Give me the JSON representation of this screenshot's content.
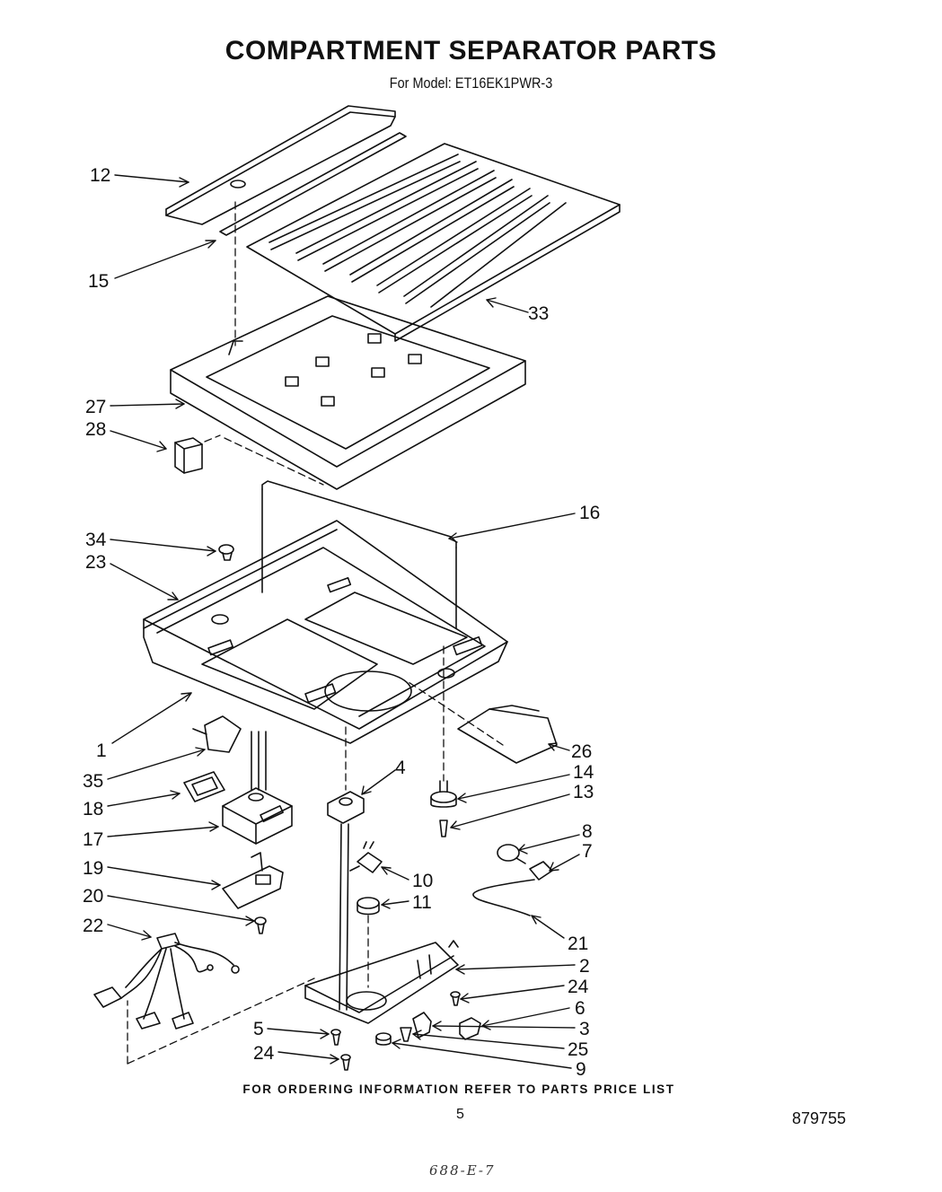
{
  "header": {
    "title": "COMPARTMENT SEPARATOR  PARTS",
    "subtitle": "For Model: ET16EK1PWR-3"
  },
  "footer": {
    "ordering_note": "FOR ORDERING INFORMATION REFER TO PARTS PRICE LIST",
    "page_number": "5",
    "document_number": "879755",
    "handwritten_note": "688-E-7"
  },
  "callouts": [
    {
      "id": "c12",
      "label": "12"
    },
    {
      "id": "c15",
      "label": "15"
    },
    {
      "id": "c33",
      "label": "33"
    },
    {
      "id": "c27",
      "label": "27"
    },
    {
      "id": "c28",
      "label": "28"
    },
    {
      "id": "c16",
      "label": "16"
    },
    {
      "id": "c34",
      "label": "34"
    },
    {
      "id": "c23",
      "label": "23"
    },
    {
      "id": "c1",
      "label": "1"
    },
    {
      "id": "c26",
      "label": "26"
    },
    {
      "id": "c35",
      "label": "35"
    },
    {
      "id": "c4",
      "label": "4"
    },
    {
      "id": "c14",
      "label": "14"
    },
    {
      "id": "c13",
      "label": "13"
    },
    {
      "id": "c18",
      "label": "18"
    },
    {
      "id": "c17",
      "label": "17"
    },
    {
      "id": "c8",
      "label": "8"
    },
    {
      "id": "c7",
      "label": "7"
    },
    {
      "id": "c19",
      "label": "19"
    },
    {
      "id": "c10",
      "label": "10"
    },
    {
      "id": "c11",
      "label": "11"
    },
    {
      "id": "c20",
      "label": "20"
    },
    {
      "id": "c22",
      "label": "22"
    },
    {
      "id": "c21",
      "label": "21"
    },
    {
      "id": "c2",
      "label": "2"
    },
    {
      "id": "c24a",
      "label": "24"
    },
    {
      "id": "c6",
      "label": "6"
    },
    {
      "id": "c5",
      "label": "5"
    },
    {
      "id": "c3",
      "label": "3"
    },
    {
      "id": "c25",
      "label": "25"
    },
    {
      "id": "c24b",
      "label": "24"
    },
    {
      "id": "c9",
      "label": "9"
    }
  ]
}
